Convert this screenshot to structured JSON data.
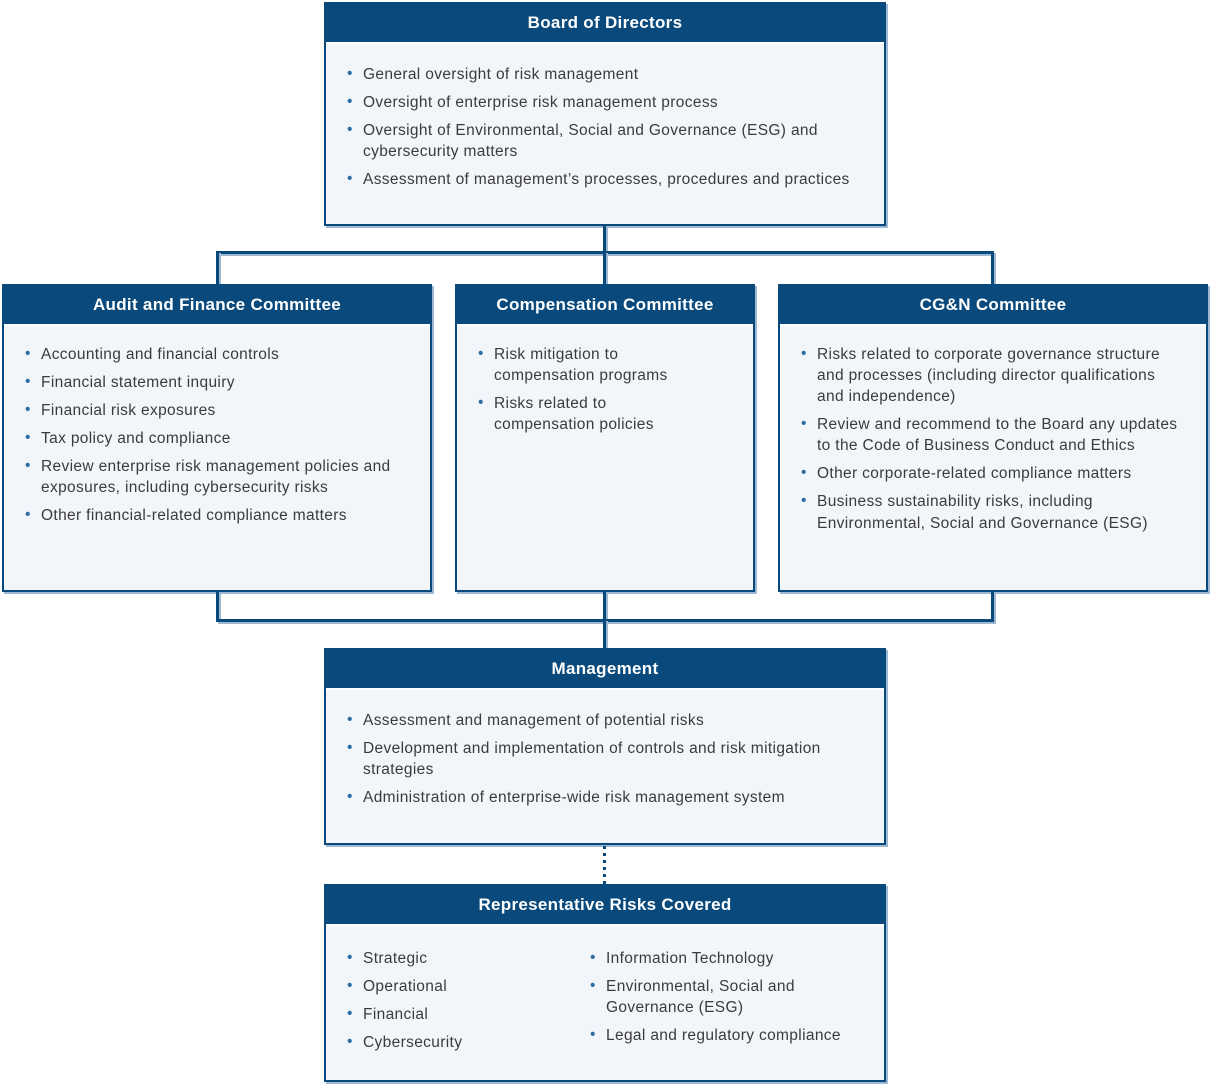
{
  "colors": {
    "header_bg": "#09497b",
    "body_bg": "#f2f5fa",
    "border": "#09497b",
    "shadow": "#9db8d3",
    "bullet": "#2d6da6",
    "text": "#3b3b3d",
    "header_text": "#ffffff",
    "connector": "#09497b",
    "page_bg": "#ffffff"
  },
  "boxes": {
    "board": {
      "title": "Board of Directors",
      "bullets": [
        "General oversight of risk management",
        "Oversight of enterprise risk management process",
        "Oversight of Environmental, Social and Governance (ESG) and cybersecurity matters",
        "Assessment of management’s processes, procedures and practices"
      ]
    },
    "audit": {
      "title": "Audit and Finance Committee",
      "bullets": [
        "Accounting and financial controls",
        "Financial statement inquiry",
        "Financial risk exposures",
        "Tax policy and compliance",
        "Review enterprise risk management policies and exposures, including cybersecurity risks",
        "Other financial-related compliance matters"
      ]
    },
    "compensation": {
      "title": "Compensation Committee",
      "bullets": [
        "Risk mitigation to compensation programs",
        "Risks related to compensation policies"
      ]
    },
    "cgn": {
      "title": "CG&N Committee",
      "bullets": [
        "Risks related to corporate governance structure and processes (including director qualifications and independence)",
        "Review and recommend to the Board any updates to the Code of Business Conduct and Ethics",
        "Other corporate-related compliance matters",
        "Business sustainability risks, including Environmental, Social and Governance (ESG)"
      ]
    },
    "management": {
      "title": "Management",
      "bullets": [
        "Assessment and management of potential risks",
        "Development and implementation of controls and risk mitigation strategies",
        "Administration of enterprise-wide risk management system"
      ]
    },
    "risks": {
      "title": "Representative Risks Covered",
      "col1": [
        "Strategic",
        "Operational",
        "Financial",
        "Cybersecurity"
      ],
      "col2": [
        "Information Technology",
        "Environmental, Social and Governance (ESG)",
        "Legal and regulatory compliance"
      ]
    }
  }
}
